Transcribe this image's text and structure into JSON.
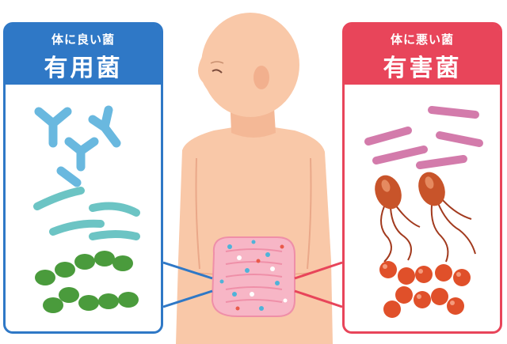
{
  "good_panel": {
    "subtitle": "体に良い菌",
    "title": "有用菌",
    "color": "#2f78c6"
  },
  "bad_panel": {
    "subtitle": "体に悪い菌",
    "title": "有害菌",
    "color": "#e8455a"
  },
  "colors": {
    "skin": "#f9c8a8",
    "intestine": "#f7b6c6",
    "y_bacteria": "#69b8df",
    "rod_bacteria_good": "#6cc4c4",
    "cocci_good": "#4a9b3c",
    "rod_bacteria_bad": "#d37bab",
    "flagellated_bacteria": "#c8542a",
    "cocci_bad": "#e0502a"
  },
  "icons": [
    "y-shaped-bacteria-icon",
    "rod-bacteria-icon",
    "cocci-cluster-icon",
    "flagellated-bacteria-icon",
    "human-figure",
    "intestine-icon"
  ]
}
